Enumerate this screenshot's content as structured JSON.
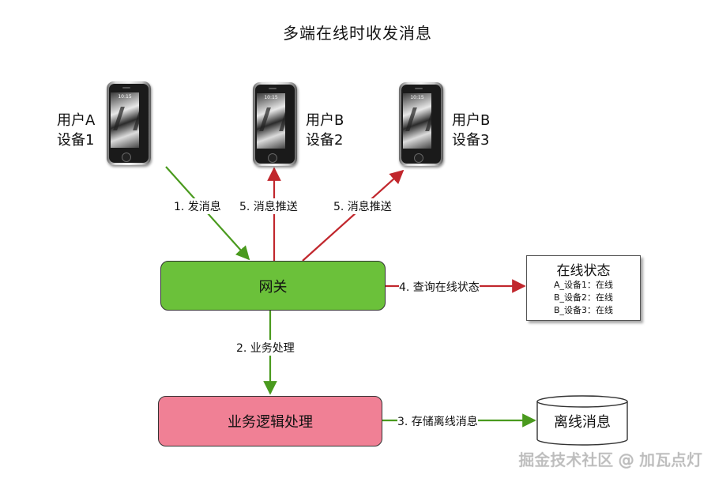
{
  "title": "多端在线时收发消息",
  "devices": [
    {
      "label_line1": "用户A",
      "label_line2": "设备1",
      "clock": "10:15"
    },
    {
      "label_line1": "用户B",
      "label_line2": "设备2",
      "clock": "10:15"
    },
    {
      "label_line1": "用户B",
      "label_line2": "设备3",
      "clock": "10:15"
    }
  ],
  "nodes": {
    "gateway": "网关",
    "logic": "业务逻辑处理",
    "offline_store": "离线消息"
  },
  "status_panel": {
    "title": "在线状态",
    "lines": [
      "A_设备1：在线",
      "B_设备2：在线",
      "B_设备3：在线"
    ]
  },
  "edges": {
    "send": "1. 发消息",
    "process": "2. 业务处理",
    "store": "3. 存储离线消息",
    "query": "4. 查询在线状态",
    "push_2": "5. 消息推送",
    "push_3": "5. 消息推送"
  },
  "colors": {
    "gateway_fill": "#6bc13a",
    "logic_fill": "#f08095",
    "green_arrow": "#4a9a1e",
    "red_arrow": "#c1272d"
  },
  "watermark": "掘金技术社区 @ 加瓦点灯"
}
